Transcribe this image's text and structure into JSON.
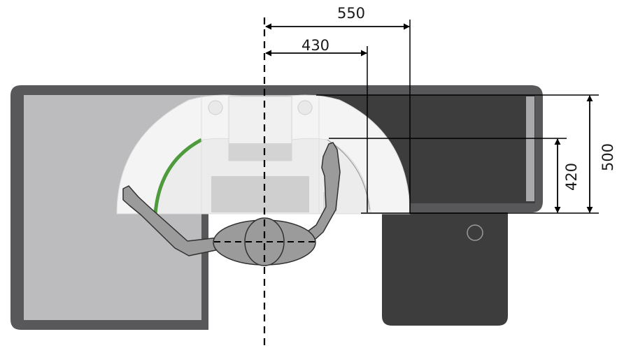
{
  "dimensions": {
    "outer_reach_width": "550",
    "inner_reach_width": "430",
    "outer_reach_depth": "500",
    "inner_reach_depth": "420"
  },
  "colors": {
    "counter_frame": "#58585a",
    "counter_top_left": "#bcbcbe",
    "dark_surface": "#3d3d3d",
    "reach_zone": "#f2f2f2",
    "reach_line_green": "#4e9a3c",
    "figure": "#999999",
    "line": "#000000"
  }
}
